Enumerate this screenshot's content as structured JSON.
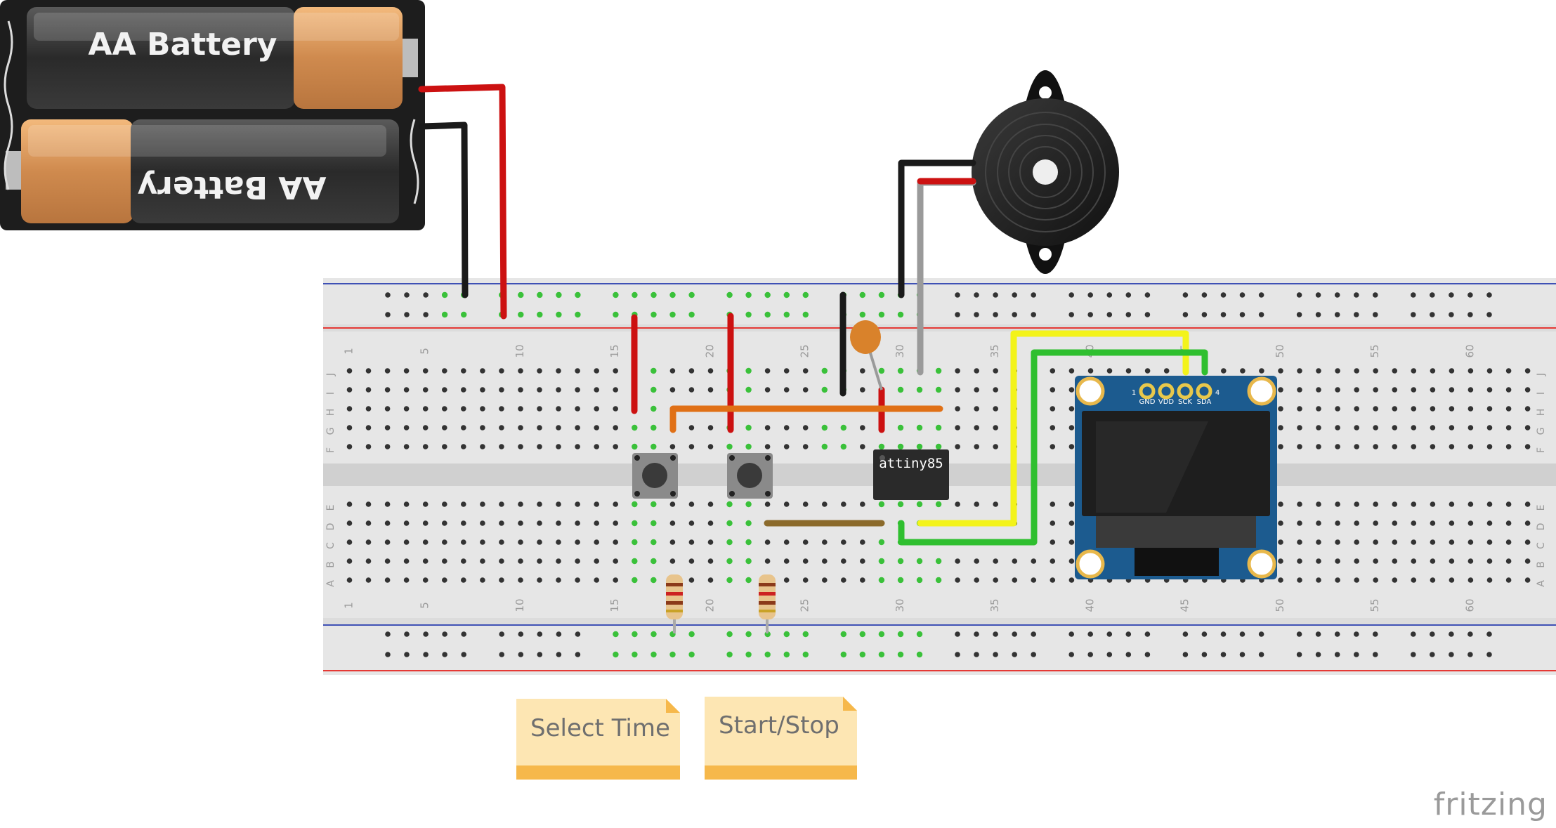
{
  "battery_pack": {
    "cell_top_label": "AA Battery",
    "cell_bottom_label": "AA Battery"
  },
  "breadboard": {
    "column_numbers": [
      "1",
      "5",
      "10",
      "15",
      "20",
      "25",
      "30",
      "35",
      "40",
      "45",
      "50",
      "55",
      "60"
    ],
    "row_letters_top": [
      "J",
      "I",
      "H",
      "G",
      "F"
    ],
    "row_letters_bottom": [
      "E",
      "D",
      "C",
      "B",
      "A"
    ]
  },
  "chip": {
    "label": "attiny85"
  },
  "oled": {
    "pin_index_left": "1",
    "pin_index_right": "4",
    "pin_labels": [
      "GND",
      "VDD",
      "SCK",
      "SDA"
    ]
  },
  "notes": [
    {
      "text": "Select Time"
    },
    {
      "text": "Start/Stop"
    }
  ],
  "watermark": {
    "text": "fritzing"
  },
  "colors": {
    "breadboard": "#e6e6e6",
    "hole": "#333333",
    "hole_connected": "#3ac13a",
    "rail_red": "#e53935",
    "rail_blue": "#3f51b5",
    "wire_red": "#cc1111",
    "wire_black": "#1a1a1a",
    "wire_orange": "#e07016",
    "wire_yellow": "#f3f31a",
    "wire_green": "#2fbf2f",
    "wire_gray": "#9a9a9a",
    "wire_brown": "#8b6a2b",
    "note_paper": "#fde6b3",
    "note_band": "#f6b84b",
    "oled_board": "#1c5b8f"
  }
}
